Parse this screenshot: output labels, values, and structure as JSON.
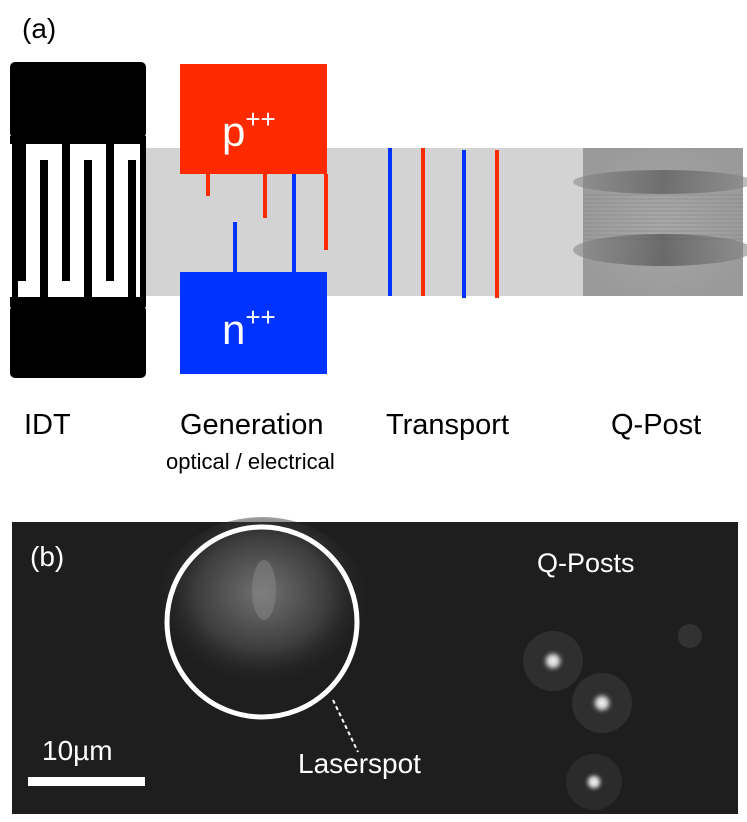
{
  "panel_a": {
    "label": "(a)",
    "p_contact": {
      "label": "p",
      "superscript": "++",
      "color": "#ff2a00"
    },
    "n_contact": {
      "label": "n",
      "superscript": "++",
      "color": "#0033ff"
    },
    "channel_color": "#d3d3d3",
    "line_colors": {
      "red": "#ff2a00",
      "blue": "#0033ff"
    },
    "captions": {
      "idt": "IDT",
      "generation": "Generation",
      "generation_sub": "optical / electrical",
      "transport": "Transport",
      "qpost": "Q-Post"
    }
  },
  "panel_b": {
    "label": "(b)",
    "qposts_label": "Q-Posts",
    "laserspot_label": "Laserspot",
    "scalebar_label": "10µm"
  }
}
